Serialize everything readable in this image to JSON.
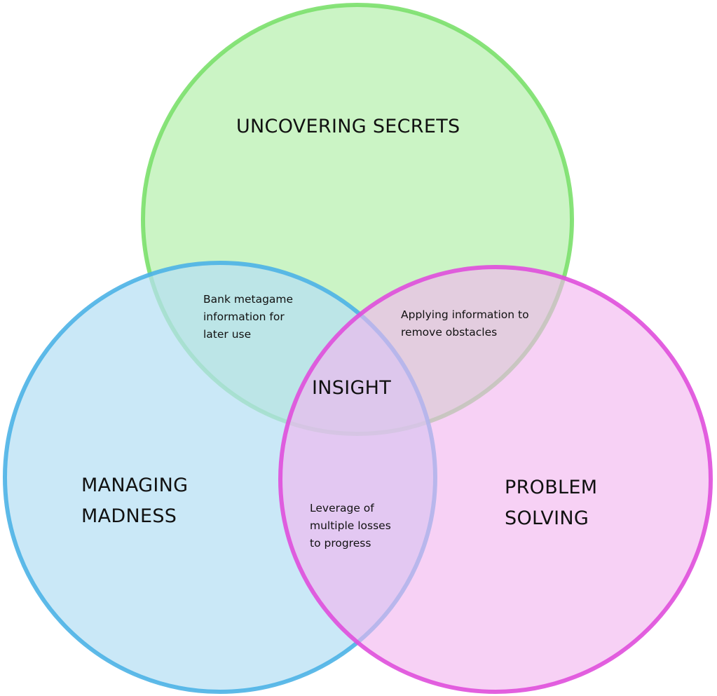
{
  "diagram": {
    "type": "venn-3",
    "sets": [
      {
        "id": "uncovering-secrets",
        "label": "UNCOVERING SECRETS",
        "fill": "#c8f3c2",
        "stroke": "#7be06b"
      },
      {
        "id": "managing-madness",
        "label": "MANAGING\nMADNESS",
        "fill": "#b5dff4",
        "stroke": "#4cb3e6"
      },
      {
        "id": "problem-solving",
        "label": "PROBLEM\nSOLVING",
        "fill": "#f2b5ef",
        "stroke": "#df4fdc"
      }
    ],
    "intersections": {
      "secrets_madness": "Bank metagame\ninformation for\nlater use",
      "secrets_problem": "Applying information to\nremove obstacles",
      "madness_problem": "Leverage of\nmultiple losses\nto progress",
      "center": "INSIGHT"
    }
  }
}
